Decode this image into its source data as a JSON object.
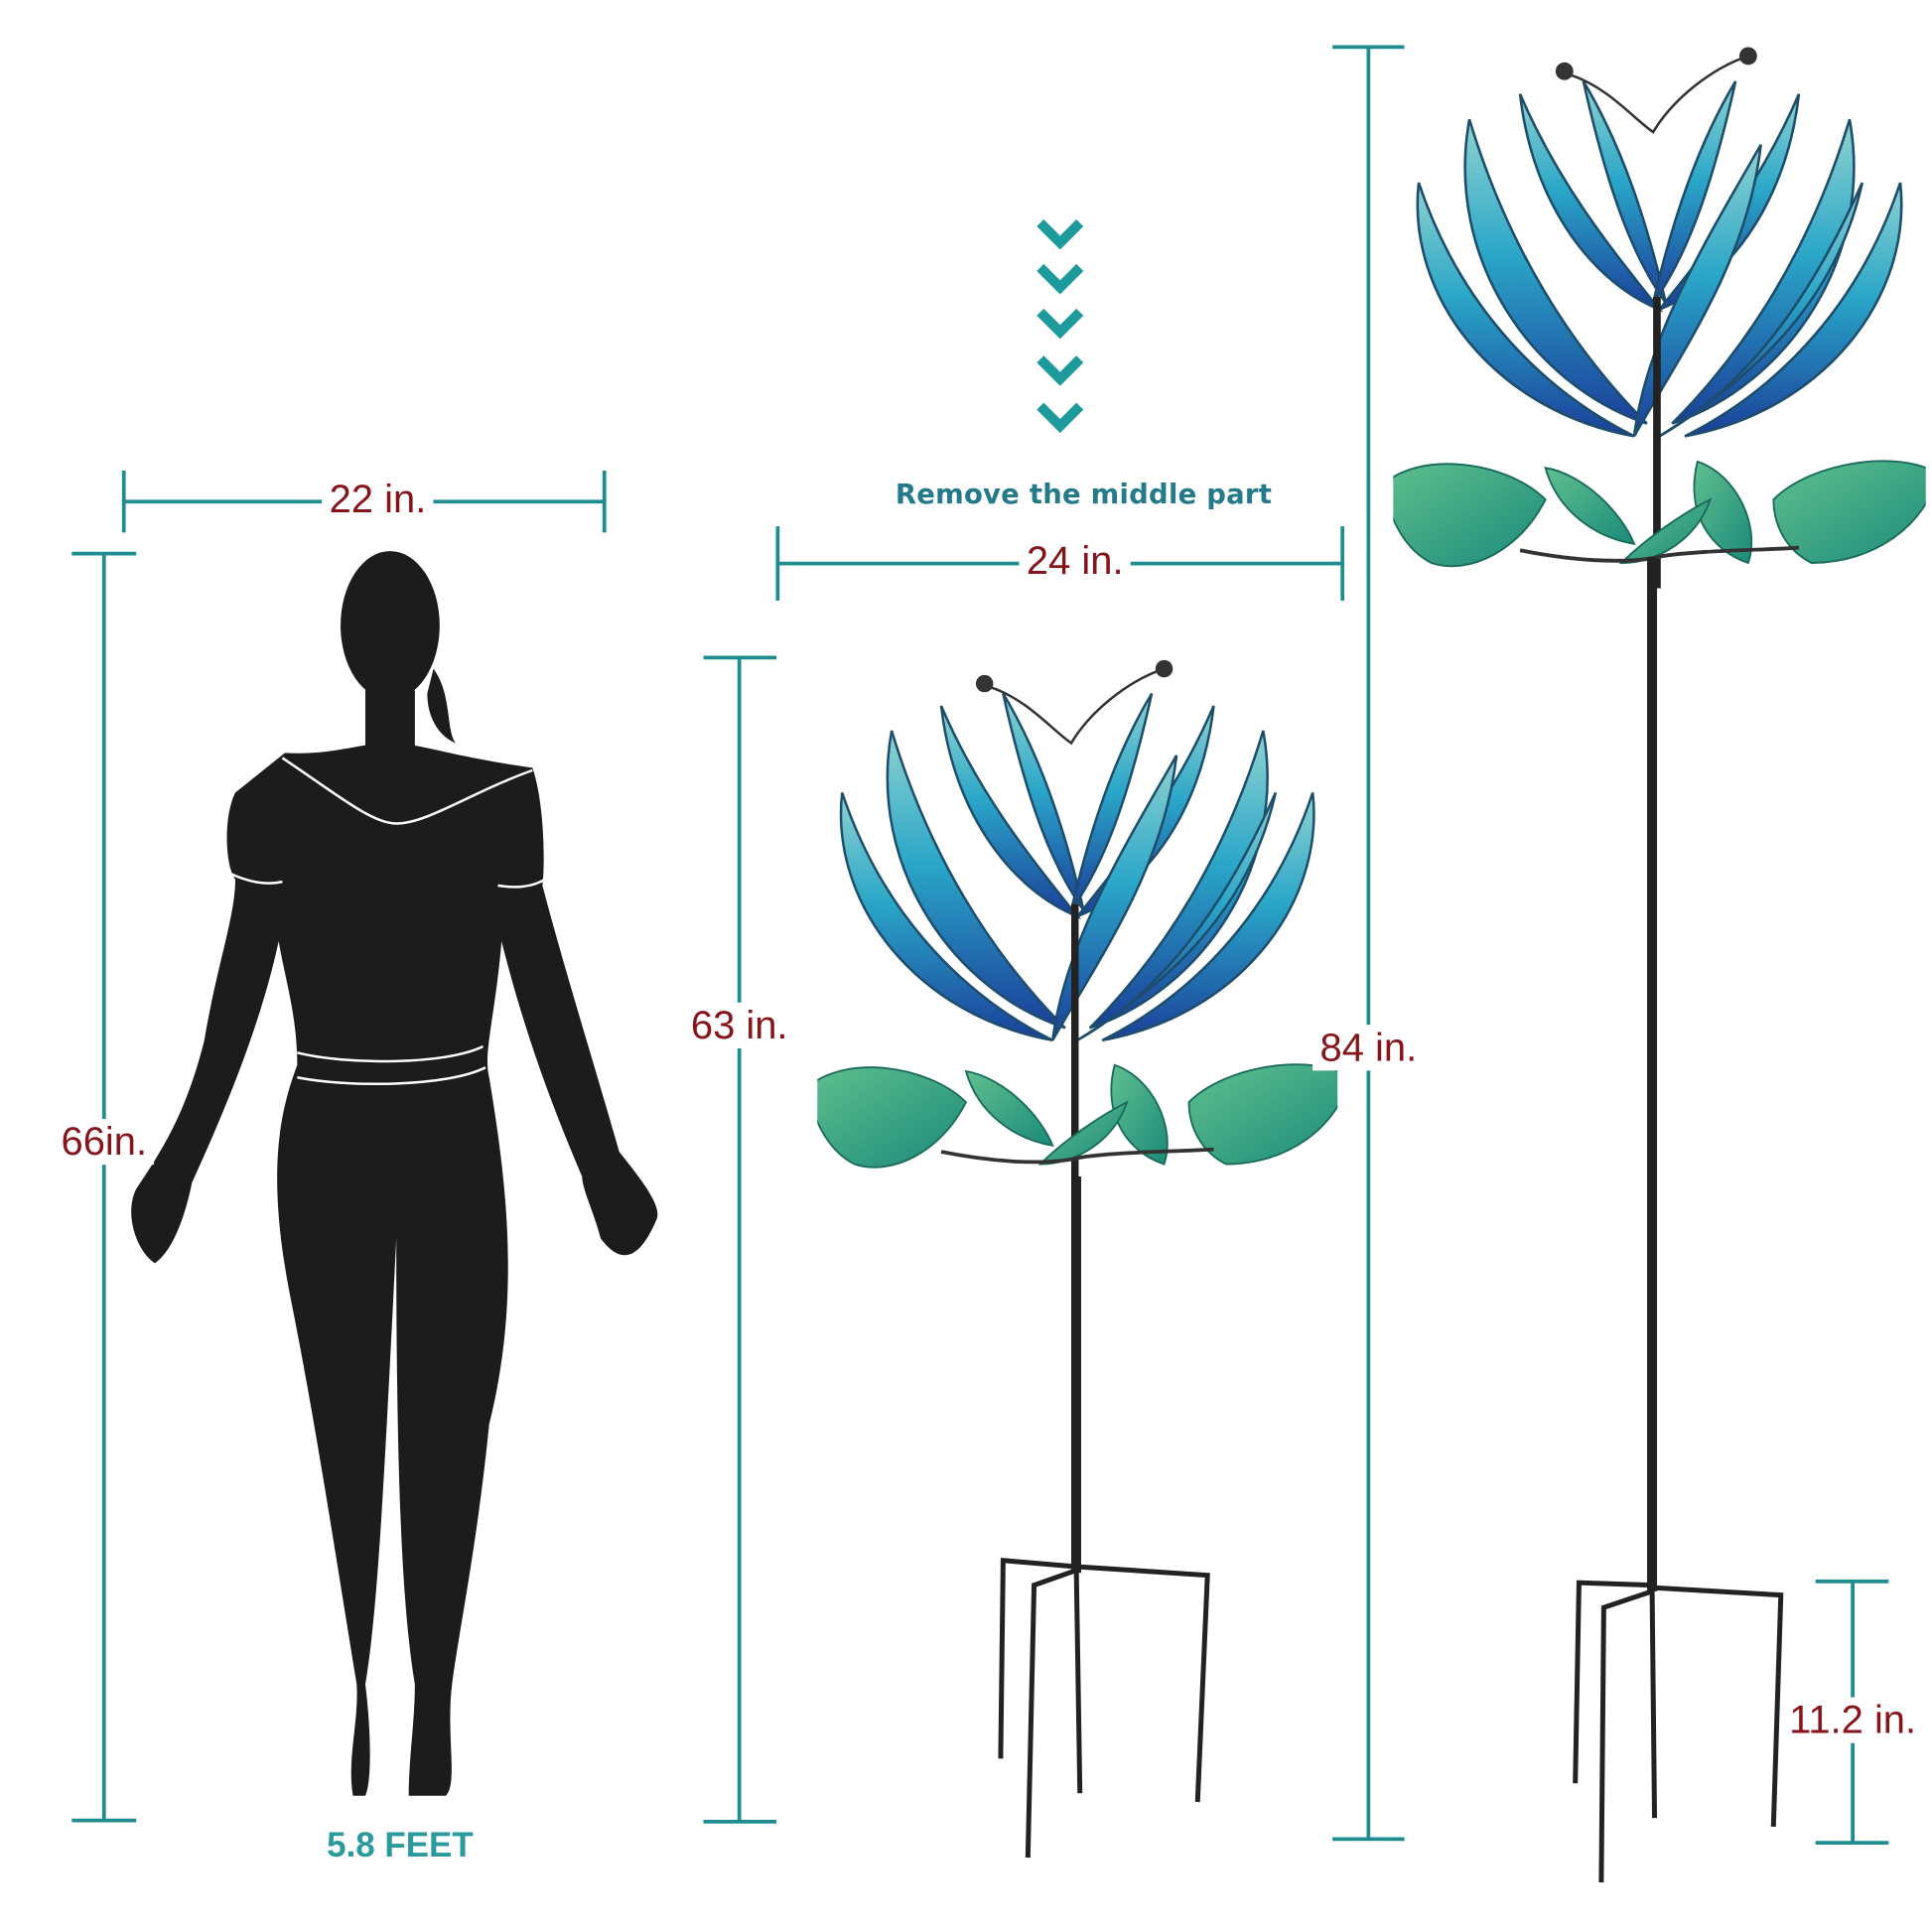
{
  "labels": {
    "width_person": "22 in.",
    "height_person": "66in.",
    "person_feet": "5.8 FEET",
    "note": "Remove the middle part",
    "width_spinner": "24 in.",
    "height_short": "63 in.",
    "height_tall": "84 in.",
    "stake_height": "11.2 in."
  },
  "colors": {
    "dimension_line": "#1f8c8f",
    "dimension_text": "#86141a",
    "accent_teal": "#2a9a9c"
  },
  "icons": [
    "chevron-down-icon"
  ]
}
